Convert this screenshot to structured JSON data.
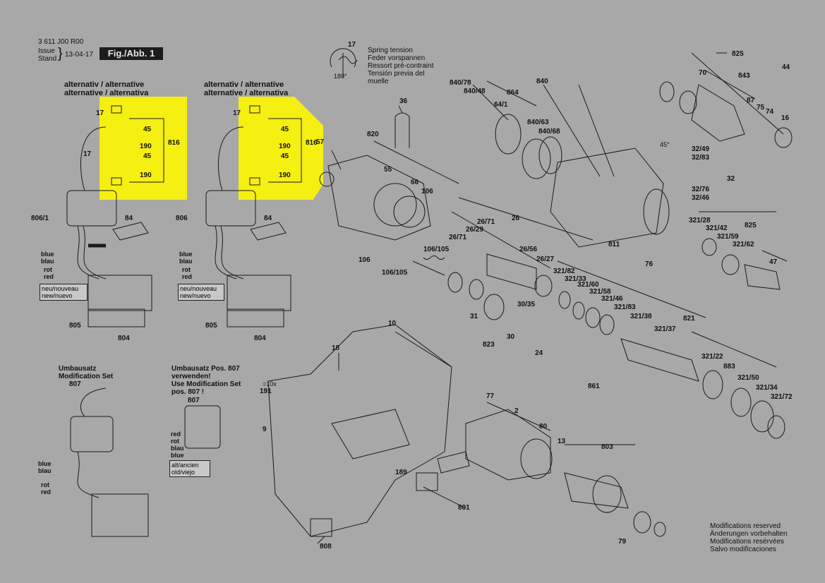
{
  "header": {
    "doc_number": "3 611 J00 R00",
    "issue_label": "Issue",
    "stand_label": "Stand",
    "issue_date": "13-04-17",
    "figure_label": "Fig./Abb. 1"
  },
  "spring_note": [
    "Spring tension",
    "Feder vorspannen",
    "Ressort pré-contraint",
    "Tensión previa del",
    "muelle"
  ],
  "spring_values": {
    "top": "17",
    "angle": "180°"
  },
  "alternative_heading": [
    "alternativ / alternative",
    "alternative / alternativa"
  ],
  "alternative_heading_2": [
    "alternativ / alternative",
    "alternative / alternativa"
  ],
  "wire_colors": {
    "blue": "blue",
    "blau": "blau",
    "rot": "rot",
    "red": "red"
  },
  "new_box": [
    "neu/nouveau",
    "new/nuevo"
  ],
  "old_box": [
    "alt/ancien",
    "old/viejo"
  ],
  "modification_set": {
    "title": [
      "Umbausatz",
      "Modification Set"
    ],
    "part": "807"
  },
  "modification_note": {
    "lines": [
      "Umbausatz Pos. 807",
      "verwenden!",
      "Use Modification Set",
      "pos. 807 !"
    ],
    "part": "807"
  },
  "footer_note": [
    "Modifications reserved",
    "Änderungen vorbehalten",
    "Modifications resérvées",
    "Salvo modificaciones"
  ],
  "parts_left_group": [
    "17",
    "45",
    "190",
    "17",
    "45",
    "190",
    "816",
    "806/1",
    "84",
    "805",
    "804"
  ],
  "parts_mid_group": [
    "17",
    "45",
    "190",
    "45",
    "190",
    "816",
    "806",
    "84",
    "805",
    "804"
  ],
  "parts_main": {
    "p57": "57",
    "p820": "820",
    "p36": "36",
    "p55": "55",
    "p66": "66",
    "p106": "106",
    "p106_105a": "106/105",
    "p106b": "106",
    "p106_105b": "106/105",
    "p840_78": "840/78",
    "p840_48": "840/48",
    "p864": "864",
    "p840": "840",
    "p64_1": "64/1",
    "p840_63": "840/63",
    "p840_68": "840/68",
    "p825a": "825",
    "p70": "70",
    "p843": "843",
    "p44": "44",
    "p87": "87",
    "p75": "75",
    "p74": "74",
    "p16": "16",
    "p32_49": "32/49",
    "p32_83": "32/83",
    "p32": "32",
    "p32_76": "32/76",
    "p32_46": "32/46",
    "p45deg": "45°",
    "p811": "811",
    "p76": "76",
    "p321_28": "321/28",
    "p321_42": "321/42",
    "p321_59": "321/59",
    "p825b": "825",
    "p321_62": "321/62",
    "p47": "47",
    "p26_71a": "26/71",
    "p26_29": "26/29",
    "p26_71b": "26/71",
    "p26": "26",
    "p26_56": "26/56",
    "p26_27": "26/27",
    "p321_82": "321/82",
    "p321_33": "321/33",
    "p321_60": "321/60",
    "p321_58": "321/58",
    "p321_46": "321/46",
    "p321_83": "321/83",
    "p321_38": "321/38",
    "p321_37": "321/37",
    "p821": "821",
    "p321_22": "321/22",
    "p883": "883",
    "p321_50": "321/50",
    "p321_34": "321/34",
    "p321_72": "321/72",
    "p30_35": "30/35",
    "p31": "31",
    "p30": "30",
    "p823": "823",
    "p24": "24",
    "p861": "861",
    "p10": "10",
    "p18": "18",
    "p191": "191",
    "p10x": "=10x",
    "p9": "9",
    "p77": "77",
    "p2": "2",
    "p80": "80",
    "p13": "13",
    "p803": "803",
    "p189": "189",
    "p801": "801",
    "p808": "808",
    "p79": "79"
  },
  "colors": {
    "background": "#a8a8a8",
    "highlight": "#f5ef12",
    "ink": "#111111",
    "label_bg": "#1c1c1c"
  }
}
